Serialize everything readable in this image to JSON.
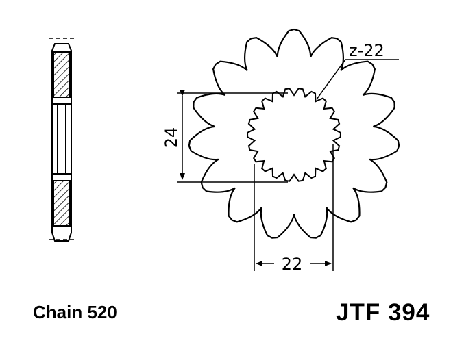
{
  "diagram": {
    "spline_label": "z-22",
    "spline_diameter": "22",
    "bore_dimension": "24",
    "chain_label": "Chain 520",
    "part_number": "JTF 394",
    "outer_teeth": 15,
    "spline_teeth": 22
  }
}
